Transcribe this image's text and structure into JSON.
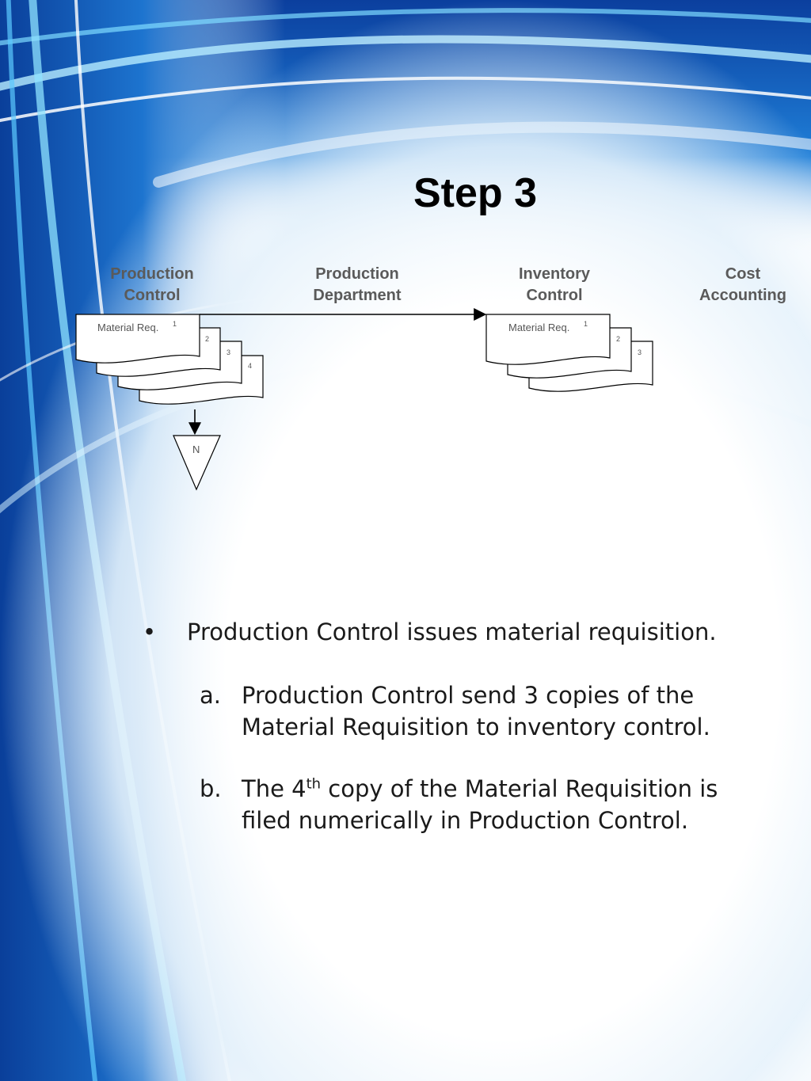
{
  "slide": {
    "title": "Step 3"
  },
  "columns": [
    {
      "line1": "Production",
      "line2": "Control"
    },
    {
      "line1": "Production",
      "line2": "Department"
    },
    {
      "line1": "Inventory",
      "line2": "Control"
    },
    {
      "line1": "Cost",
      "line2": "Accounting"
    }
  ],
  "flowchart": {
    "doc_label": "Material Req.",
    "left_stack_numbers": [
      "1",
      "2",
      "3",
      "4"
    ],
    "right_stack_numbers": [
      "1",
      "2",
      "3"
    ],
    "file_marker": "N"
  },
  "bullets": {
    "main": {
      "marker": "•",
      "text": "Production Control issues material requisition."
    },
    "sub_a": {
      "marker": "a.",
      "line1": "Production Control send 3 copies of the",
      "line2": "Material Requisition to inventory control."
    },
    "sub_b": {
      "marker": "b.",
      "pre": "The 4",
      "sup": "th",
      "post": " copy of the Material Requisition is",
      "line2": "filed numerically in Production Control."
    }
  },
  "colors": {
    "background_blue": "#0a4fb5",
    "light_blue": "#6fd8ff",
    "title": "#000000",
    "column_header": "#5a5a5a"
  }
}
